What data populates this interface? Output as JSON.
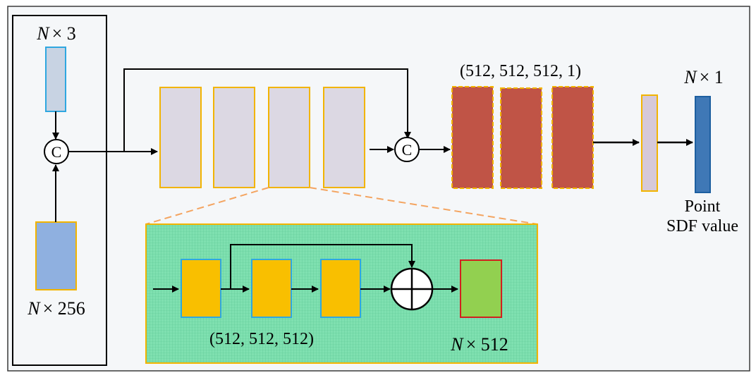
{
  "labels": {
    "input_xyz": {
      "var": "N",
      "dims": "× 3"
    },
    "input_feat": {
      "var": "N",
      "dims": "× 256"
    },
    "concat_symbol": "C",
    "mlp_dims": "(512, 512, 512, 1)",
    "output_dims": {
      "var": "N",
      "dims": "× 1"
    },
    "output_caption_line1": "Point",
    "output_caption_line2": "SDF value",
    "res_block_dims": "(512, 512, 512)",
    "res_out_dims": {
      "var": "N",
      "dims": "× 512"
    }
  },
  "colors": {
    "xyz_fill": "#c8d3e3",
    "xyz_border": "#2fa7e0",
    "feat_fill": "#8fb0e0",
    "feat_border": "#f2b400",
    "encoder_fill": "#dcd8e3",
    "encoder_border": "#f2b400",
    "mlp_fill": "#c05446",
    "mlp_border": "#f2b400",
    "final_fill": "#d6c9d8",
    "out_fill": "#3f78b6",
    "out_border": "#1d5fa0",
    "detail_bg": "#7fe0b0",
    "detail_border": "#f2b400",
    "res_fill": "#f9bf00",
    "res_border": "#2fa7e0",
    "res_out_fill": "#92d050",
    "res_out_border": "#d11f1f",
    "zoom_line": "#f4a460"
  }
}
